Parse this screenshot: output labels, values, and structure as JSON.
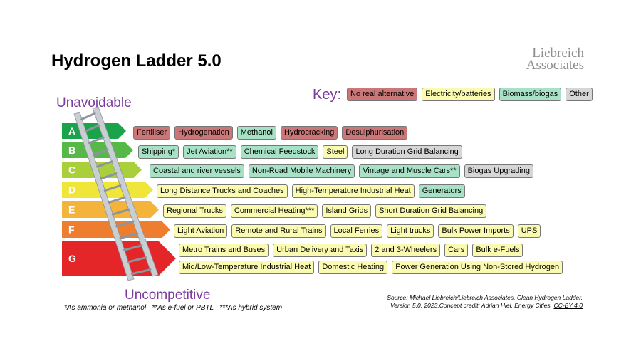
{
  "title": "Hydrogen Ladder 5.0",
  "brand": {
    "line1": "Liebreich",
    "line2": "Associates"
  },
  "key": {
    "label": "Key:",
    "items": [
      {
        "label": "No real alternative",
        "color": "#cc7777"
      },
      {
        "label": "Electricity/batteries",
        "color": "#fafab0"
      },
      {
        "label": "Biomass/biogas",
        "color": "#a8e2c6"
      },
      {
        "label": "Other",
        "color": "#d6d6d6"
      }
    ]
  },
  "axis": {
    "top": "Unavoidable",
    "bottom": "Uncompetitive"
  },
  "grades": [
    {
      "letter": "A",
      "color": "#1aa34a"
    },
    {
      "letter": "B",
      "color": "#56b947"
    },
    {
      "letter": "C",
      "color": "#a9cf3b"
    },
    {
      "letter": "D",
      "color": "#f0e63a"
    },
    {
      "letter": "E",
      "color": "#f4b43c"
    },
    {
      "letter": "F",
      "color": "#ee7d30"
    },
    {
      "letter": "G",
      "color": "#e52629"
    }
  ],
  "rows": {
    "A": [
      {
        "label": "Fertiliser",
        "cat": "red"
      },
      {
        "label": "Hydrogenation",
        "cat": "red"
      },
      {
        "label": "Methanol",
        "cat": "green"
      },
      {
        "label": "Hydrocracking",
        "cat": "red"
      },
      {
        "label": "Desulphurisation",
        "cat": "red"
      }
    ],
    "B": [
      {
        "label": "Shipping*",
        "cat": "green"
      },
      {
        "label": "Jet Aviation**",
        "cat": "green"
      },
      {
        "label": "Chemical Feedstock",
        "cat": "green"
      },
      {
        "label": "Steel",
        "cat": "yellow"
      },
      {
        "label": "Long Duration Grid Balancing",
        "cat": "grey"
      }
    ],
    "C": [
      {
        "label": "Coastal and river vessels",
        "cat": "green"
      },
      {
        "label": "Non-Road Mobile Machinery",
        "cat": "green"
      },
      {
        "label": "Vintage and Muscle Cars**",
        "cat": "green"
      },
      {
        "label": "Biogas Upgrading",
        "cat": "grey"
      }
    ],
    "D": [
      {
        "label": "Long Distance Trucks and Coaches",
        "cat": "yellow"
      },
      {
        "label": "High-Temperature Industrial Heat",
        "cat": "yellow"
      },
      {
        "label": "Generators",
        "cat": "green"
      }
    ],
    "E": [
      {
        "label": "Regional Trucks",
        "cat": "yellow"
      },
      {
        "label": "Commercial Heating***",
        "cat": "yellow"
      },
      {
        "label": "Island Grids",
        "cat": "yellow"
      },
      {
        "label": "Short Duration Grid Balancing",
        "cat": "yellow"
      }
    ],
    "F": [
      {
        "label": "Light Aviation",
        "cat": "yellow"
      },
      {
        "label": "Remote and Rural Trains",
        "cat": "yellow"
      },
      {
        "label": "Local Ferries",
        "cat": "yellow"
      },
      {
        "label": "Light trucks",
        "cat": "yellow"
      },
      {
        "label": "Bulk Power Imports",
        "cat": "yellow"
      },
      {
        "label": "UPS",
        "cat": "yellow"
      }
    ],
    "G1": [
      {
        "label": "Metro Trains and Buses",
        "cat": "yellow"
      },
      {
        "label": "Urban Delivery and Taxis",
        "cat": "yellow"
      },
      {
        "label": "2 and 3-Wheelers",
        "cat": "yellow"
      },
      {
        "label": "Cars",
        "cat": "yellow"
      },
      {
        "label": "Bulk e-Fuels",
        "cat": "yellow"
      }
    ],
    "G2": [
      {
        "label": "Mid/Low-Temperature Industrial Heat",
        "cat": "yellow"
      },
      {
        "label": "Domestic Heating",
        "cat": "yellow"
      },
      {
        "label": "Power Generation Using Non-Stored Hydrogen",
        "cat": "yellow"
      }
    ]
  },
  "footnote": "*As ammonia or methanol   **As e-fuel or PBTL   ***As hybrid system",
  "source": {
    "text": "Source: Michael Liebreich/Liebreich Associates, Clean Hydrogen Ladder, Version 5.0, 2023.Concept credit: Adrian Hiel, Energy Cities.",
    "license": "CC-BY 4.0"
  }
}
